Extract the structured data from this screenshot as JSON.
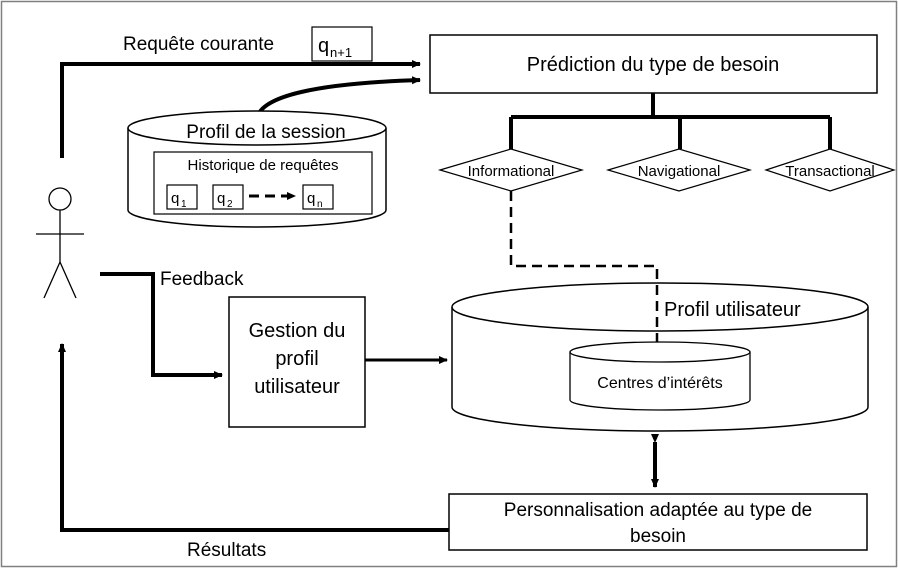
{
  "labels": {
    "current_query": "Requête courante",
    "q_next": "q",
    "q_next_sub": "n+1",
    "prediction": "Prédiction du type de besoin",
    "session_profile": "Profil de la session",
    "history": "Historique de requêtes",
    "q1": "q",
    "q1_sub": "1",
    "q2": "q",
    "q2_sub": "2",
    "qn": "q",
    "qn_sub": "n",
    "informational": "Informational",
    "navigational": "Navigational",
    "transactional": "Transactional",
    "feedback": "Feedback",
    "management_line1": "Gestion du",
    "management_line2": "profil",
    "management_line3": "utilisateur",
    "user_profile": "Profil utilisateur",
    "interests": "Centres d’intérêts",
    "personalization_line1": "Personnalisation adaptée au type de",
    "personalization_line2": "besoin",
    "results": "Résultats"
  },
  "colors": {
    "stroke": "#000000",
    "background": "#ffffff",
    "frame": "#808080"
  }
}
